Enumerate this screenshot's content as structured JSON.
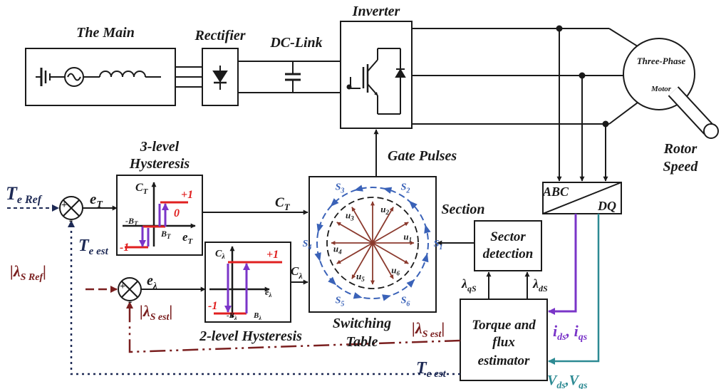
{
  "colors": {
    "line": "#1a1a1a",
    "red": "#e02020",
    "purple": "#7a35c8",
    "navy": "#1e2a55",
    "maroon": "#7a1f1f",
    "teal": "#2d8a93",
    "blue": "#3a62b8",
    "brown": "#8b3a2e"
  },
  "power": {
    "main": "The Main",
    "rectifier": "Rectifier",
    "dclink": "DC-Link",
    "inverter": "Inverter",
    "motor_top": "Three-Phase",
    "motor_bottom": "Motor",
    "rotor1": "Rotor",
    "rotor2": "Speed",
    "gate": "Gate Pulses"
  },
  "hyst3": {
    "title1": "3-level",
    "title2": "Hysteresis",
    "ct": "C",
    "ct_sub": "T",
    "plus1": "+1",
    "zero": "0",
    "minus1": "-1",
    "negB": "-B",
    "negB_sub": "T",
    "posB": "B",
    "posB_sub": "T",
    "eT": "e",
    "eT_sub": "T"
  },
  "hyst2": {
    "title": "2-level Hysteresis",
    "cl": "C",
    "cl_sub": "λ",
    "plus1": "+1",
    "minus1": "-1",
    "negB": "-B",
    "negB_sub": "λ",
    "posB": "B",
    "posB_sub": "λ",
    "el": "e",
    "el_sub": "λ"
  },
  "inputs": {
    "te_ref": "T",
    "te_ref_sub": "e Ref",
    "te_est": "T",
    "te_est_sub": "e est",
    "lam_ref": "|λ",
    "lam_ref_sub": "S Ref",
    "lam_ref_end": "|",
    "lam_est": "|λ",
    "lam_est_sub": "S est",
    "lam_est_end": "|",
    "eT": "e",
    "eT_sub": "T",
    "el": "e",
    "el_sub": "λ",
    "plus": "+",
    "minus": "-"
  },
  "table": {
    "title1": "Switching",
    "title2": "Table",
    "ct": "C",
    "ct_sub": "T",
    "cl": "C",
    "cl_sub": "λ",
    "section": "Section",
    "sectors": [
      "S1",
      "S2",
      "S3",
      "S4",
      "S5",
      "S6"
    ],
    "vectors": [
      "u1",
      "u2",
      "u3",
      "u4",
      "u5",
      "u6"
    ]
  },
  "sector": {
    "line1": "Sector",
    "line2": "detection",
    "lqs": "λ",
    "lqs_sub": "qS",
    "lds": "λ",
    "lds_sub": "dS"
  },
  "abc": {
    "abc": "ABC",
    "dq": "DQ"
  },
  "estimator": {
    "line1": "Torque and",
    "line2": "flux",
    "line3": "estimator",
    "ids": "i",
    "ids_sub": "ds",
    "iqs": "i",
    "iqs_sub": "qs",
    "vds": "V",
    "vds_sub": "ds",
    "vqs": "V",
    "vqs_sub": "qs",
    "comma": ", ",
    "comma2": ",",
    "lam_est": "|λ",
    "lam_est_sub": "S est",
    "lam_est_end": "|",
    "te_est": "T",
    "te_est_sub": "e est"
  }
}
